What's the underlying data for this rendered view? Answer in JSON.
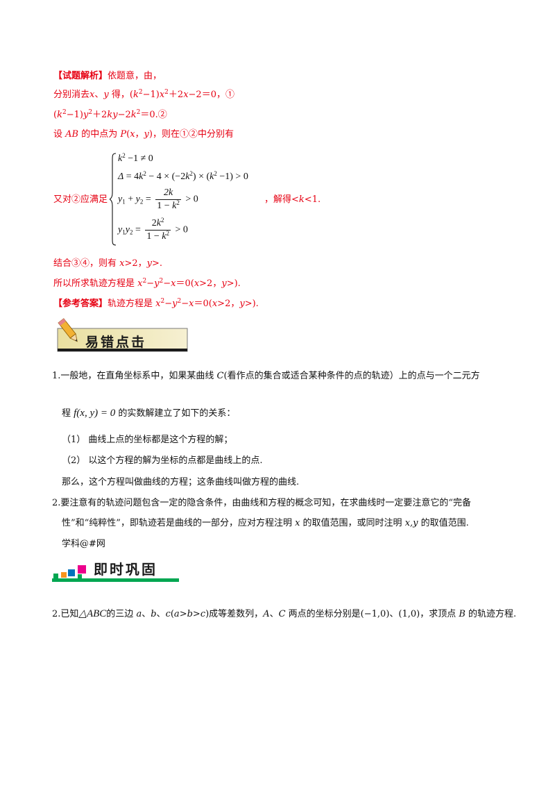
{
  "analysis": {
    "label": "【试题解析】",
    "line1_rest": "依题意，由，",
    "line2": [
      "分别消去",
      "x",
      "、",
      "y",
      " 得，(",
      "k",
      "2",
      "−1)",
      "x",
      "2",
      "＋2",
      "x",
      "−2＝0，①"
    ],
    "line3": [
      "(",
      "k",
      "2",
      "−1)",
      "y",
      "2",
      "＋2",
      "ky",
      "−2",
      "k",
      "2",
      "＝0.②"
    ],
    "line4": [
      "设 ",
      "AB",
      " 的中点为 ",
      "P",
      "(",
      "x",
      "，",
      "y",
      ")，则在①②中分别有"
    ],
    "system_prefix": "又对②应满足",
    "system_suffix": "，解得<",
    "system_suffix_k": "k",
    "system_suffix_end": "<1.",
    "eq1": [
      "k",
      "2",
      " −1 ≠ 0"
    ],
    "eq2": [
      "Δ",
      " = 4",
      "k",
      "2",
      " − 4 × (−2",
      "k",
      "2",
      ") × (",
      "k",
      "2",
      " −1) > 0"
    ],
    "eq3": {
      "left": [
        "y",
        "1",
        " + ",
        "y",
        "2",
        " = "
      ],
      "num": "2k",
      "den": [
        "1 − ",
        "k",
        "2"
      ],
      "right": " > 0"
    },
    "eq4": {
      "left": [
        "y",
        "1",
        "y",
        "2",
        " = "
      ],
      "num": [
        "2",
        "k",
        "2"
      ],
      "den": [
        "1 − ",
        "k",
        "2"
      ],
      "right": " > 0"
    },
    "line5": [
      "结合③④，则有 ",
      "x",
      ">2，",
      "y",
      ">."
    ],
    "line6": [
      "所以所求轨迹方程是 ",
      "x",
      "2",
      "−",
      "y",
      "2",
      "−",
      "x",
      "＝0(",
      "x",
      ">2，",
      "y",
      ">)."
    ]
  },
  "answer": {
    "label": "【参考答案】",
    "text": [
      "轨迹方程是 ",
      "x",
      "2",
      "−",
      "y",
      "2",
      "−",
      "x",
      "＝0(",
      "x",
      ">2，",
      "y",
      ">)."
    ]
  },
  "banner1": {
    "title": "易错点击",
    "icon": "pencil-icon"
  },
  "notes": {
    "n1_prefix": "1.",
    "n1_line1": [
      "一般地，在直角坐标系中，如果某曲线 ",
      "C",
      "(看作点的集合或适合某种条件的点的轨迹）上的点与一个二元方"
    ],
    "n1_line2_pre": "程 ",
    "n1_line2_formula": "f(x, y) = 0",
    "n1_line2_post": " 的实数解建立了如下的关系：",
    "n1_item1": "（1） 曲线上点的坐标都是这个方程的解；",
    "n1_item2": "（2） 以这个方程的解为坐标的点都是曲线上的点.",
    "n1_summary": "那么，这个方程叫做曲线的方程；这条曲线叫做方程的曲线.",
    "n2_prefix": "2.",
    "n2_line1": "要注意有的轨迹问题包含一定的隐含条件，由曲线和方程的概念可知，在求曲线时一定要注意它的“完备",
    "n2_line2": [
      "性”和“纯粹性”，即轨迹若是曲线的一部分，应对方程注明 ",
      "x",
      " 的取值范围，或同时注明 ",
      "x,y",
      " 的取值范围."
    ],
    "watermark": "学科@#网"
  },
  "banner2": {
    "title": "即时巩固",
    "icon": "color-squares-icon"
  },
  "exercise": {
    "prefix": "2.",
    "text": [
      "已知",
      "△ABC",
      "的三边 ",
      "a",
      "、",
      "b",
      "、",
      "c",
      "(",
      "a",
      ">",
      "b",
      ">",
      "c",
      ")成等差数列，",
      "A",
      "、",
      "C",
      " 两点的坐标分别是(−1,0)、(1,0)，求顶点 ",
      "B",
      " 的轨迹方程."
    ]
  },
  "colors": {
    "accent_red": "#e60012",
    "banner_yellow": "#f3ecc4",
    "banner_green": "#00a651"
  }
}
